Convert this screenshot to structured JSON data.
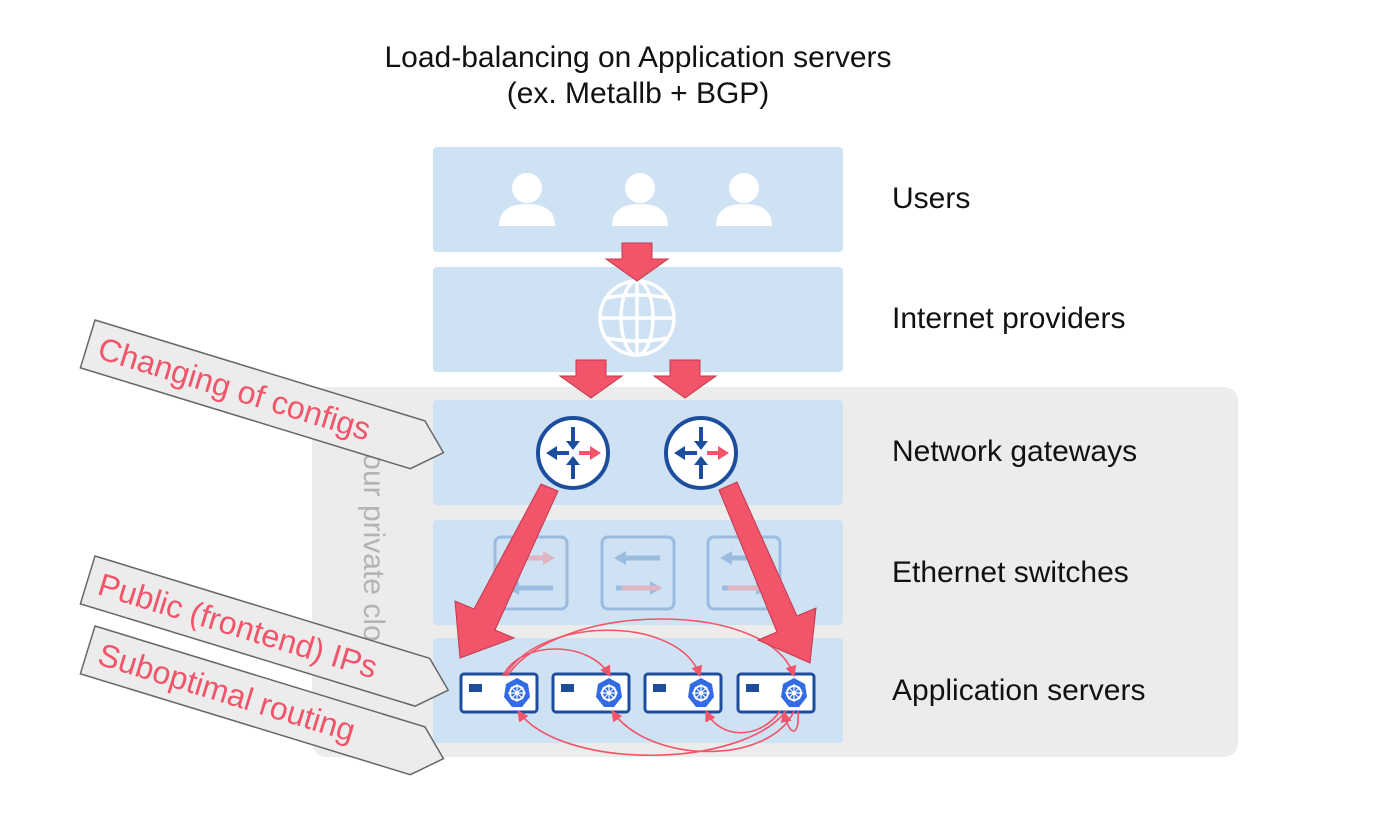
{
  "title": {
    "line1": "Load-balancing on Application servers",
    "line2": "(ex. Metallb + BGP)"
  },
  "layers": [
    {
      "label": "Users",
      "icon": "user-icon"
    },
    {
      "label": "Internet providers",
      "icon": "globe-icon"
    },
    {
      "label": "Network gateways",
      "icon": "router-icon"
    },
    {
      "label": "Ethernet switches",
      "icon": "switch-icon"
    },
    {
      "label": "Application servers",
      "icon": "kubernetes-server-icon"
    }
  ],
  "private_zone_label": "Your private cloud",
  "callouts": [
    {
      "text": "Changing of configs"
    },
    {
      "text": "Public (frontend) IPs"
    },
    {
      "text": "Suboptimal routing"
    }
  ],
  "colors": {
    "layer_fill": "#cfe2f3",
    "private_zone": "#ececec",
    "arrow": "#f25469",
    "callout_text": "#f25469",
    "icon_blue": "#1d4e9e",
    "k8s_blue": "#326ce5"
  }
}
